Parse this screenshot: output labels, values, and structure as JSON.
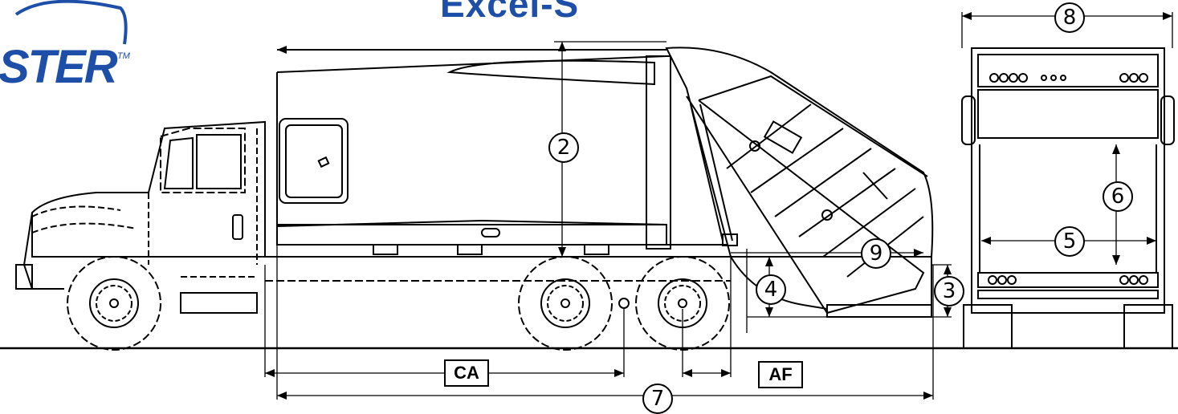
{
  "header": {
    "title": "Excel-S"
  },
  "brand": {
    "wordmark": "STER",
    "trademark": "TM",
    "color": "#1e4fa8"
  },
  "dimensions": {
    "ca": "CA",
    "af": "AF",
    "d2": "2",
    "d3": "3",
    "d4": "4",
    "d5": "5",
    "d6": "6",
    "d7": "7",
    "d8": "8",
    "d9": "9"
  }
}
